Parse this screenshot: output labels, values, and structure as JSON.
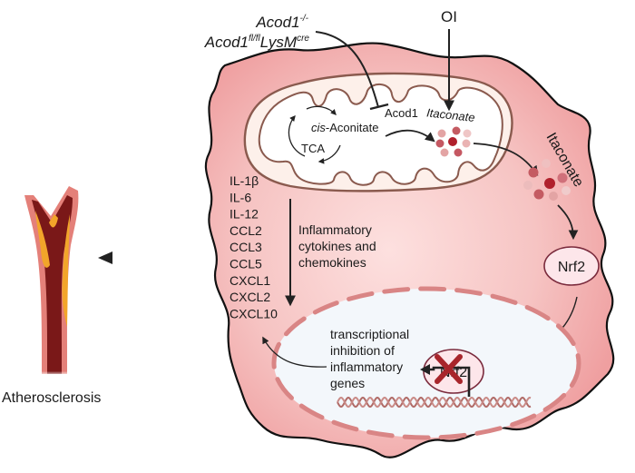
{
  "title": "Itaconate / Acod1 anti-inflammatory pathway in macrophages and atherosclerosis",
  "genotypes": {
    "line1_base": "Acod1",
    "line1_sup": "-/-",
    "line2_base": "Acod1",
    "line2_sup1": "fl/fl",
    "line2_mid": "LysM",
    "line2_sup2": "cre"
  },
  "treatment": {
    "label": "OI"
  },
  "mitochondrion": {
    "tca_label": "TCA",
    "cis_prefix": "cis",
    "cis_suffix": "-Aconitate",
    "enzyme_label": "Acod1",
    "product_label": "Itaconate"
  },
  "cytoplasm": {
    "itaconate_label": "Itaconate",
    "nrf2_label": "Nrf2"
  },
  "cytokines": {
    "items": [
      "IL-1β",
      "IL-6",
      "IL-12",
      "CCL2",
      "CCL3",
      "CCL5",
      "CXCL1",
      "CXCL2",
      "CXCL10"
    ],
    "caption_lines": [
      "Inflammatory",
      "cytokines and",
      "chemokines"
    ]
  },
  "nucleus": {
    "nrf2_label": "Nrf2",
    "effect_lines": [
      "transcriptional",
      "inhibition of",
      "inflammatory",
      "genes"
    ]
  },
  "outcome": {
    "label": "Atherosclerosis"
  },
  "colors": {
    "cell_fill": "#f4b8b8",
    "cell_outline": "#111111",
    "mito_membrane": "#8a5a4e",
    "nucleus_fill": "#f3f7fb",
    "nucleus_dash": "#d98585",
    "itaconate_dark": "#b0202c",
    "inhibit_x": "#a8252b",
    "vessel_lumen": "#7a1818",
    "plaque": "#f2a52a"
  }
}
